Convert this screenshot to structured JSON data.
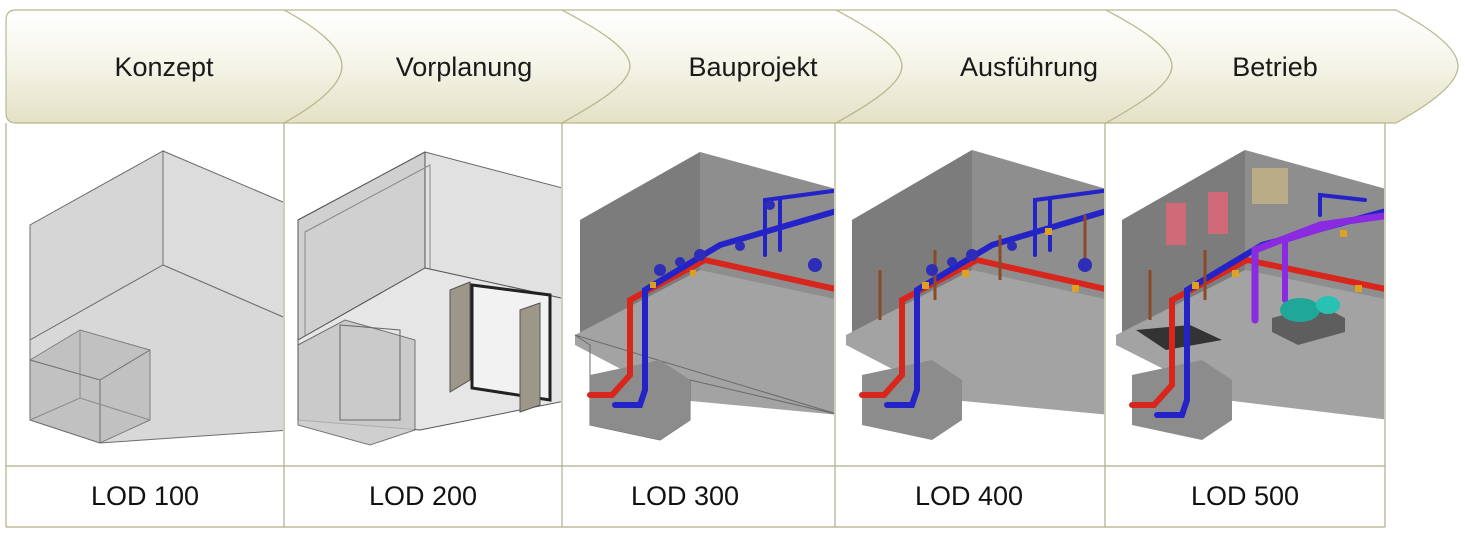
{
  "phases": [
    {
      "name": "Konzept",
      "lod": "LOD 100"
    },
    {
      "name": "Vorplanung",
      "lod": "LOD 200"
    },
    {
      "name": "Bauprojekt",
      "lod": "LOD 300"
    },
    {
      "name": "Ausführung",
      "lod": "LOD 400"
    },
    {
      "name": "Betrieb",
      "lod": "LOD 500"
    }
  ],
  "colors": {
    "chevron_fill_top": "#ffffff",
    "chevron_fill_bottom": "#e4e2c8",
    "chevron_stroke": "#b9b78f",
    "grid_line": "#b0ae86",
    "wall_gray": "#8f8f8f",
    "pipe_red": "#d9261c",
    "pipe_blue": "#2323c8",
    "pipe_purple": "#8a2be2"
  }
}
